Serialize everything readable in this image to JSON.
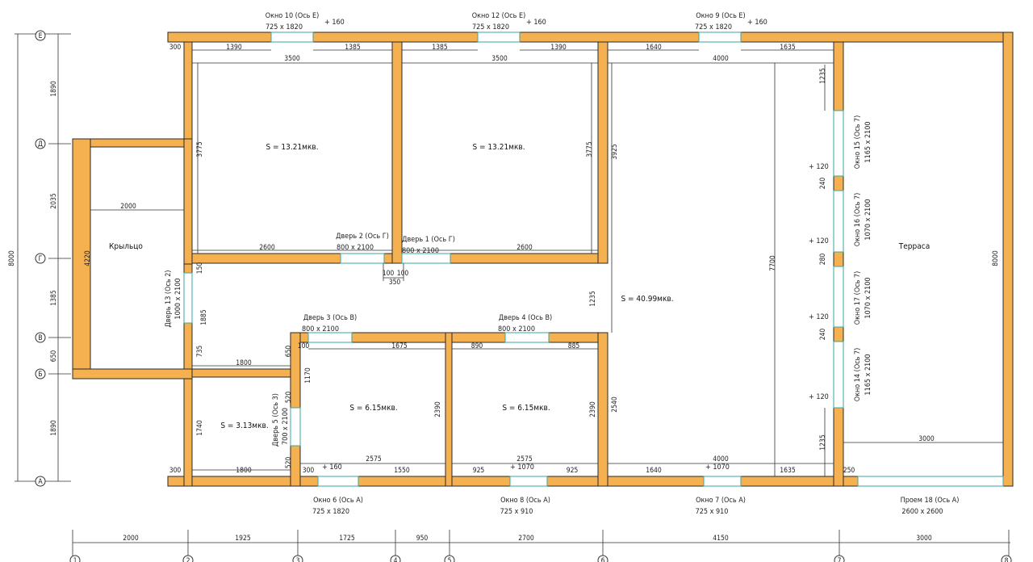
{
  "axes_letters": [
    "Е",
    "Д",
    "Г",
    "В",
    "Б",
    "А"
  ],
  "axes_numbers": [
    "1",
    "2",
    "3",
    "4",
    "5",
    "6",
    "7",
    "8"
  ],
  "left_dims": [
    "1890",
    "2035",
    "1385",
    "650",
    "1890"
  ],
  "left_total": "8000",
  "bottom_dims": [
    "2000",
    "1925",
    "1725",
    "950",
    "2700",
    "4150",
    "3000"
  ],
  "areas": {
    "room1": "S = 13.21мкв.",
    "room2": "S = 13.21мкв.",
    "hall": "S = 40.99мкв.",
    "room3": "S = 6.15мкв.",
    "room4": "S = 6.15мкв.",
    "bath": "S = 3.13мкв."
  },
  "labels": {
    "porch": "Крыльцо",
    "terrace": "Терраса"
  },
  "openings": {
    "w10": {
      "name": "Окно 10 (Ось Е)",
      "size": "725 х 1820",
      "sill": "+ 160"
    },
    "w12": {
      "name": "Окно 12 (Ось Е)",
      "size": "725 х 1820",
      "sill": "+ 160"
    },
    "w9": {
      "name": "Окно 9 (Ось Е)",
      "size": "725 х 1820",
      "sill": "+ 160"
    },
    "d2": {
      "name": "Дверь 2 (Ось Г)",
      "size": "800 х 2100"
    },
    "d1": {
      "name": "Дверь 1 (Ось Г)",
      "size": "800 х 2100"
    },
    "d3": {
      "name": "Дверь 3 (Ось В)",
      "size": "800 х 2100"
    },
    "d4": {
      "name": "Дверь 4 (Ось В)",
      "size": "800 х 2100"
    },
    "d13": {
      "name": "Дверь 13 (Ось 2)",
      "size": "1000 х 2100"
    },
    "d5": {
      "name": "Дверь 5 (Ось 3)",
      "size": "700 х 2100"
    },
    "w6": {
      "name": "Окно 6 (Ось А)",
      "size": "725 х 1820",
      "sill": "+ 160"
    },
    "w8": {
      "name": "Окно 8 (Ось А)",
      "size": "725 х 910",
      "sill": "+ 1070"
    },
    "w7": {
      "name": "Окно 7 (Ось А)",
      "size": "725 х 910",
      "sill": "+ 1070"
    },
    "p18": {
      "name": "Проем 18 (Ось А)",
      "size": "2600 х 2600"
    },
    "w15": {
      "name": "Окно 15 (Ось 7)",
      "size": "1165 х 2100",
      "sill": "+ 120"
    },
    "w16": {
      "name": "Окно 16 (Ось 7)",
      "size": "1070 х 2100",
      "sill": "+ 120"
    },
    "w17": {
      "name": "Окно 17 (Ось 7)",
      "size": "1070 х 2100",
      "sill": "+ 120"
    },
    "w14": {
      "name": "Окно 14 (Ось 7)",
      "size": "1165 х 2100",
      "sill": "+ 120"
    }
  },
  "dims": {
    "top_300": "300",
    "top_1390a": "1390",
    "top_1385a": "1385",
    "top_1385b": "1385",
    "top_1390b": "1390",
    "top_1640": "1640",
    "top_1635": "1635",
    "r1_w": "3500",
    "r2_w": "3500",
    "hall_w": "4000",
    "r1_h": "3775",
    "r2_h": "3775",
    "hall_h1": "3925",
    "r1_bot": "2600",
    "r2_bot": "2600",
    "d_100a": "100",
    "d_100b": "100",
    "d_350": "350",
    "porch_w": "2000",
    "porch_h": "4220",
    "c_150": "150",
    "c_1885": "1885",
    "c_735": "735",
    "c_1800a": "1800",
    "c_650": "650",
    "c_100": "100",
    "c_1170": "1170",
    "c_520a": "520",
    "c_520b": "520",
    "r3_top": "1675",
    "r4_top1": "890",
    "r4_top2": "885",
    "r3_h": "2390",
    "r4_h": "2390",
    "hall_2540": "2540",
    "hall_1235": "1235",
    "hall_7700": "7700",
    "terr_8000": "8000",
    "bath_h": "1740",
    "b_300": "300",
    "b_1800": "1800",
    "b_300b": "300",
    "b_2575a": "2575",
    "b_1550": "1550",
    "b_925a": "925",
    "b_2575b": "2575",
    "b_925b": "925",
    "b_1640": "1640",
    "b_4000": "4000",
    "b_1635": "1635",
    "b_250": "250",
    "terr_3000": "3000",
    "t_1235a": "1235",
    "t_1235b": "1235",
    "t_240a": "240",
    "t_280": "280",
    "t_240b": "240"
  },
  "colors": {
    "wall": "#f5b04f",
    "glass": "#39a7a2"
  }
}
